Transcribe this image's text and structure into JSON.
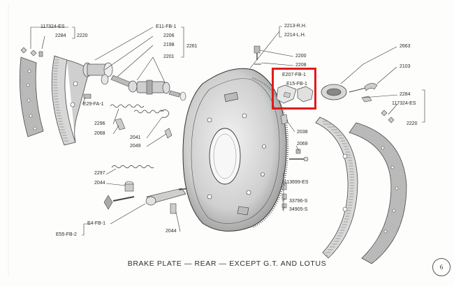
{
  "caption": "BRAKE PLATE — REAR — EXCEPT G.T. AND LOTUS",
  "page_number": "6",
  "highlight_color": "#e01b1b",
  "labels": {
    "p117324_es_left": "117324-ES",
    "p2284_left": "2284",
    "p2220_left": "2220",
    "e11_fb_1": "E11-FB-1",
    "p2206": "2206",
    "p2198": "2198",
    "p2261": "2261",
    "p2201": "2201",
    "e29_fa_1": "E29-FA-1",
    "p2296": "2296",
    "p2068": "2068",
    "p2041": "2041",
    "p2049": "2049",
    "p2297": "2297",
    "p2044_a": "2044",
    "e55_fb_2": "E55-FB-2",
    "e4_fb_1": "E4-FB-1",
    "p2044_b": "2044",
    "p2213_rh": "2213-R.H.",
    "p2214_lh": "2214-L.H.",
    "p2200": "2200",
    "p2208": "2208",
    "e207_fb_1": "E207-FB-1",
    "e15_fb_1": "E15-FB-1",
    "p2038": "2038",
    "p2069": "2069",
    "p113699_es": "113699-ES",
    "p33796_s": "33796-S",
    "p34905_s": "34905-S",
    "p2663": "2663",
    "p2103": "2103",
    "p2284_right": "2284",
    "p117324_es_right": "117324-ES",
    "p2220_right": "2220"
  }
}
